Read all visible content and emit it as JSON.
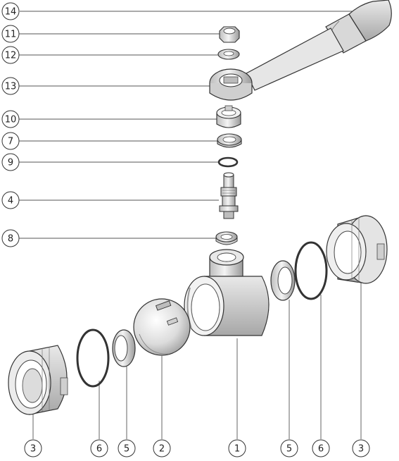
{
  "callouts": [
    {
      "id": "c14",
      "number": "14"
    },
    {
      "id": "c11",
      "number": "11"
    },
    {
      "id": "c12",
      "number": "12"
    },
    {
      "id": "c13",
      "number": "13"
    },
    {
      "id": "c10",
      "number": "10"
    },
    {
      "id": "c7",
      "number": "7"
    },
    {
      "id": "c9",
      "number": "9"
    },
    {
      "id": "c4",
      "number": "4"
    },
    {
      "id": "c8",
      "number": "8"
    },
    {
      "id": "c3a",
      "number": "3"
    },
    {
      "id": "c6a",
      "number": "6"
    },
    {
      "id": "c5a",
      "number": "5"
    },
    {
      "id": "c2",
      "number": "2"
    },
    {
      "id": "c1",
      "number": "1"
    },
    {
      "id": "c5b",
      "number": "5"
    },
    {
      "id": "c6b",
      "number": "6"
    },
    {
      "id": "c3b",
      "number": "3"
    }
  ]
}
